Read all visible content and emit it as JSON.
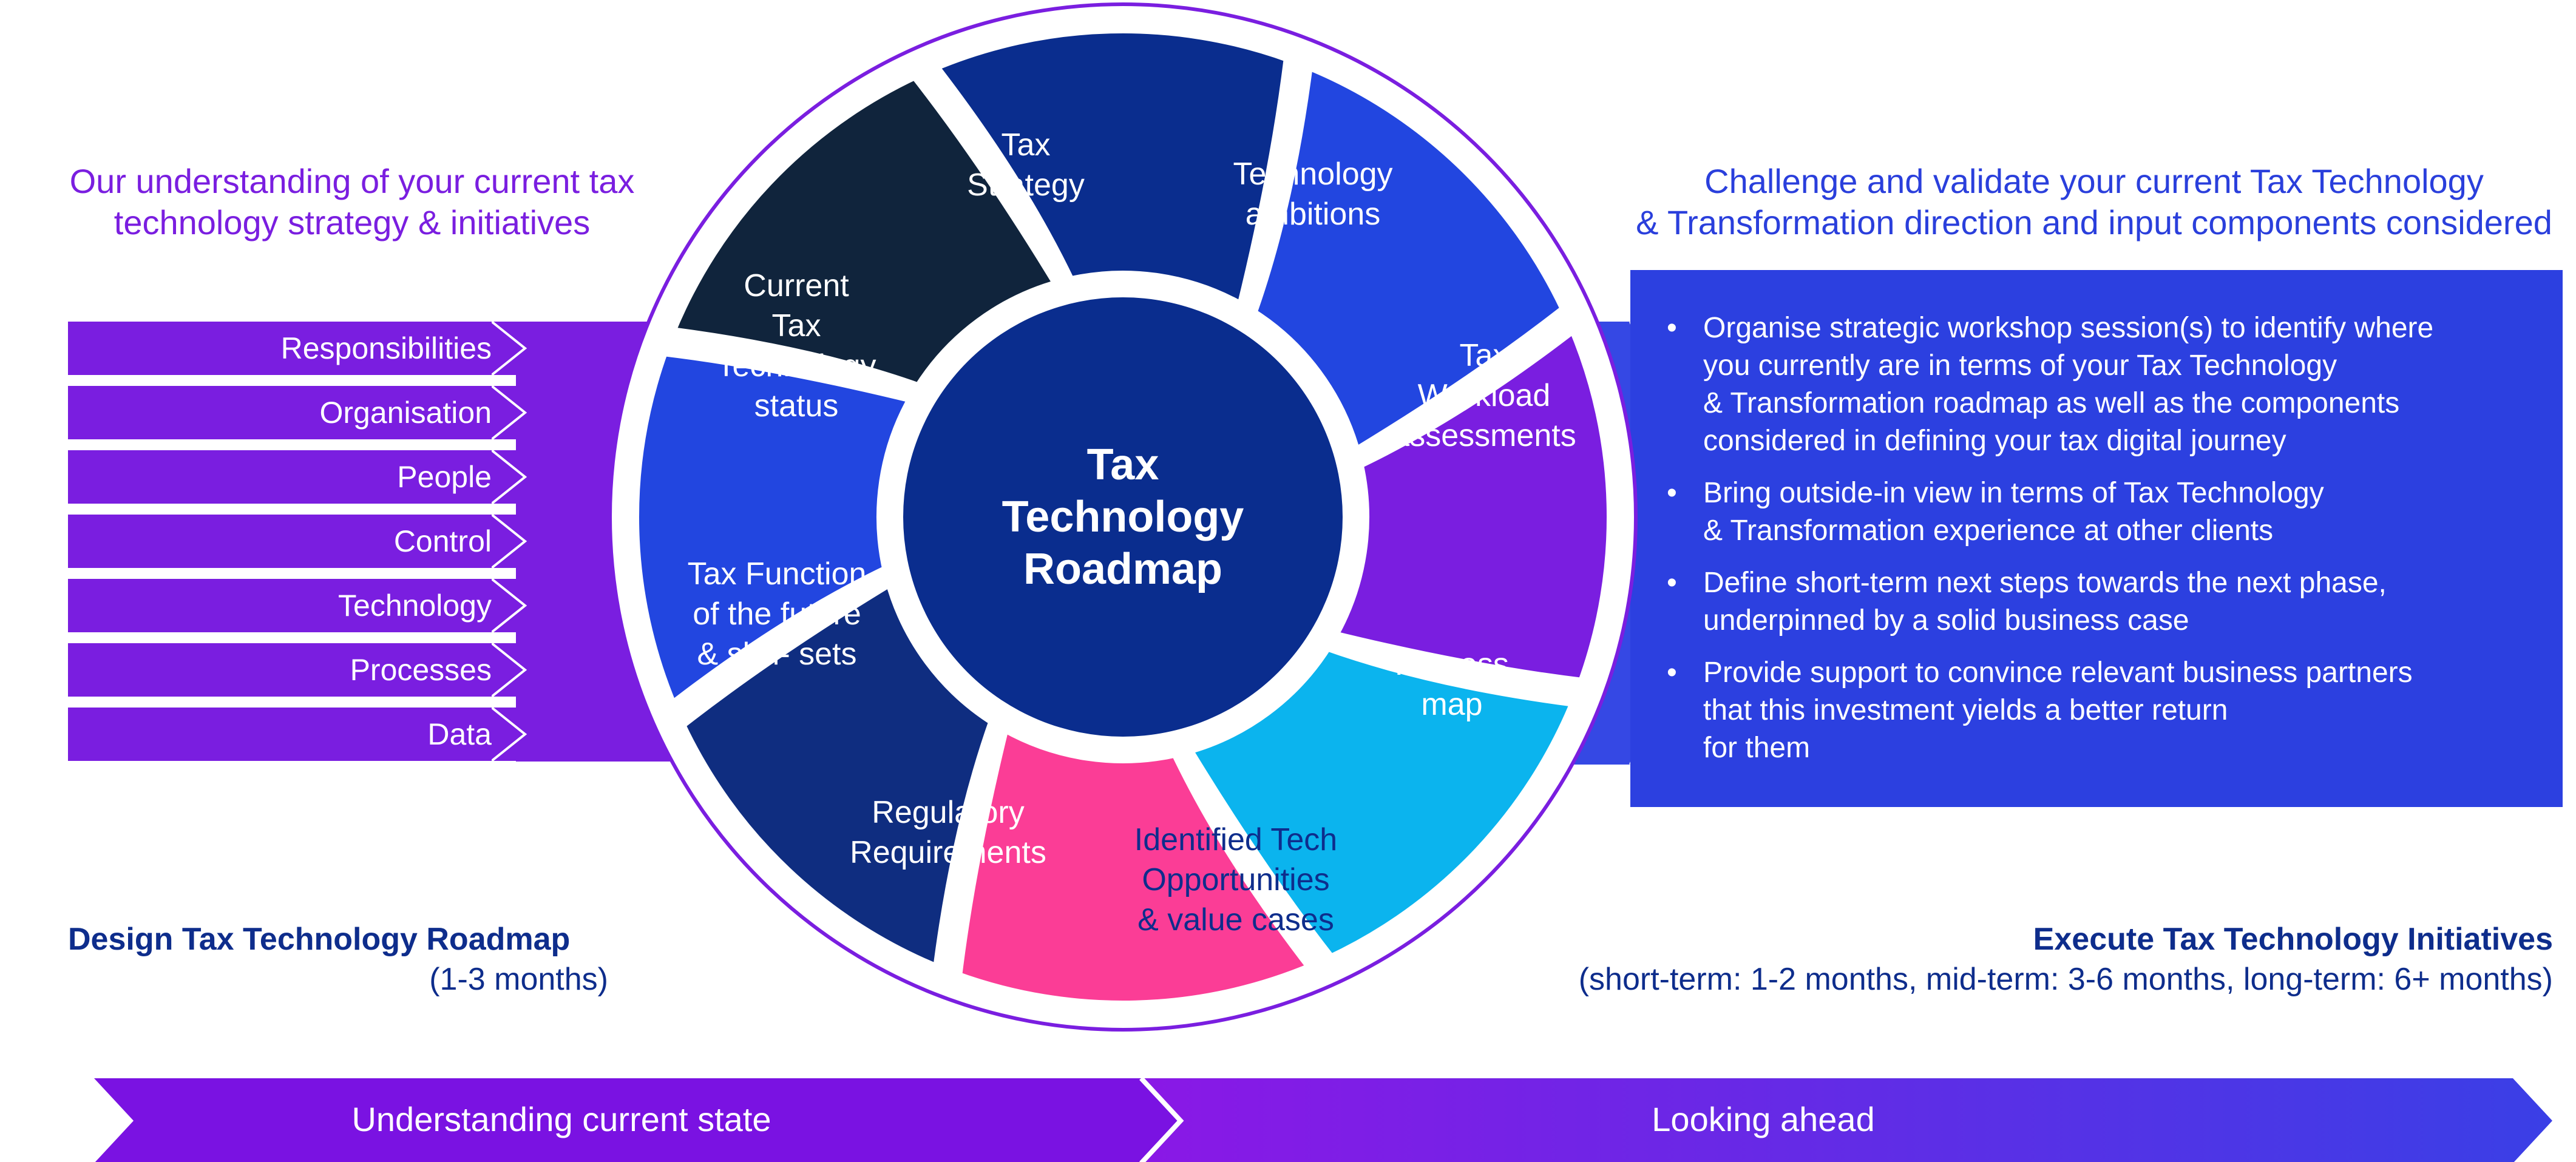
{
  "left_heading": [
    "Our understanding of your current tax",
    "technology strategy & initiatives"
  ],
  "right_heading": [
    "Challenge and validate your current Tax Technology",
    "& Transformation direction and input components considered"
  ],
  "components": [
    "Responsibilities",
    "Organisation",
    "People",
    "Control",
    "Technology",
    "Processes",
    "Data"
  ],
  "center_title": [
    "Tax",
    "Technology",
    "Roadmap"
  ],
  "segments": [
    {
      "lines": [
        "Tax",
        "Strategy"
      ],
      "color": "#10243c"
    },
    {
      "lines": [
        "Technology",
        "ambitions"
      ],
      "color": "#0a2d8e"
    },
    {
      "lines": [
        "Tax",
        "Workload",
        "assessments"
      ],
      "color": "#2246e0"
    },
    {
      "lines": [
        "Process",
        "map"
      ],
      "color": "#7a1ee0"
    },
    {
      "lines": [
        "Identified Tech",
        "Opportunities",
        "& value cases"
      ],
      "color": "#0bb4ee"
    },
    {
      "lines": [
        "Regulatory",
        "Requirements"
      ],
      "color": "#fb3d96"
    },
    {
      "lines": [
        "Tax Function",
        "of the future",
        "& skill- sets"
      ],
      "color": "#0f2d80"
    },
    {
      "lines": [
        "Current",
        "Tax",
        "Technology",
        "status"
      ],
      "color": "#2246e0"
    }
  ],
  "bullets": [
    [
      "Organise strategic workshop session(s) to identify where",
      "you currently are in terms of your Tax Technology",
      "& Transformation roadmap as well as the components",
      "considered in defining your tax digital journey"
    ],
    [
      "Bring outside-in view in terms of Tax Technology",
      "& Transformation experience at other clients"
    ],
    [
      "Define short-term next steps towards the next phase,",
      "underpinned by a solid business case"
    ],
    [
      "Provide support to convince relevant business partners",
      "that this investment yields a better return",
      "for them"
    ]
  ],
  "phase_left": {
    "title": "Design Tax Technology Roadmap",
    "duration": "(1-3 months)"
  },
  "phase_right": {
    "title": "Execute Tax Technology Initiatives",
    "duration": "(short-term: 1-2 months, mid-term: 3-6 months, long-term: 6+ months)"
  },
  "timeline": {
    "left_label": "Understanding current state",
    "right_label": "Looking ahead"
  },
  "colors": {
    "purple": "#7a1ee0",
    "blue": "#2c40e0",
    "navy": "#0a2d8e",
    "pink": "#fb3d96",
    "cyan": "#0bb4ee",
    "dark": "#10243c"
  }
}
